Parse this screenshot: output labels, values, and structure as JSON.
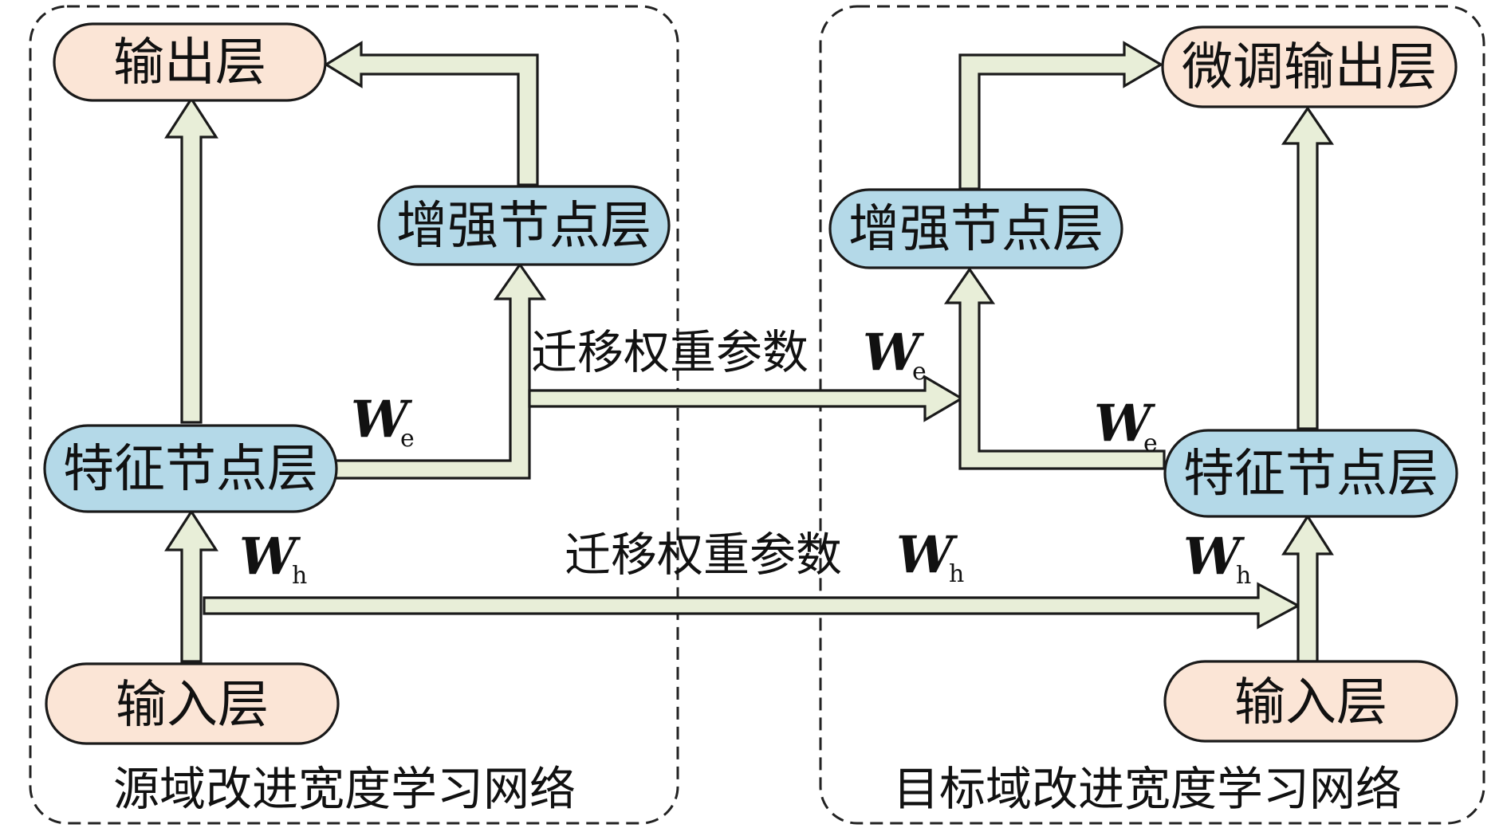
{
  "colors": {
    "io_node_fill": "#fbe5d6",
    "hidden_node_fill": "#b4d9e8",
    "arrow_fill": "#e8eed8",
    "stroke": "#1a1a1a"
  },
  "source": {
    "title": "源域改进宽度学习网络",
    "output": "输出层",
    "enhance": "增强节点层",
    "feature": "特征节点层",
    "input": "输入层",
    "we_label": "W",
    "we_sub": "e",
    "wh_label": "W",
    "wh_sub": "h"
  },
  "target": {
    "title": "目标域改进宽度学习网络",
    "output": "微调输出层",
    "enhance": "增强节点层",
    "feature": "特征节点层",
    "input": "输入层",
    "we_label": "W",
    "we_sub": "e",
    "wh_label": "W",
    "wh_sub": "h"
  },
  "transfer": {
    "we_text": "迁移权重参数",
    "we_symbol": "W",
    "we_sub": "e",
    "wh_text": "迁移权重参数",
    "wh_symbol": "W",
    "wh_sub": "h"
  }
}
